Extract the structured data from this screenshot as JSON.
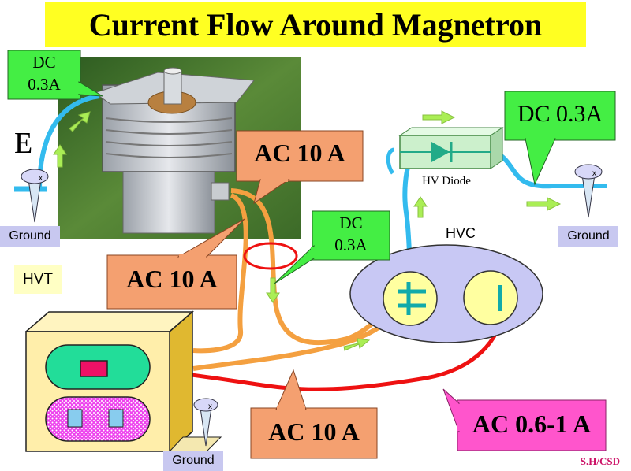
{
  "title": "Current Flow Around Magnetron",
  "signature": "S.H/CSD",
  "labels": {
    "dc_top_left_line1": "DC",
    "dc_top_left_line2": "0.3A",
    "e_letter": "E",
    "ac_10a_top": "AC 10 A",
    "ac_10a_left": "AC 10 A",
    "ac_10a_bottom": "AC 10 A",
    "dc_center_line1": "DC",
    "dc_center_line2": "0.3A",
    "dc_right": "DC 0.3A",
    "ac_06_1a": "AC 0.6-1 A",
    "hv_diode": "HV Diode",
    "hvc": "HVC",
    "hvt": "HVT",
    "ground_top_left": "Ground",
    "ground_top_right": "Ground",
    "ground_bottom": "Ground",
    "ground_mark": "x"
  },
  "colors": {
    "title_bg": "#ffff22",
    "callout_green": "#44ee44",
    "callout_orange": "#f4a070",
    "callout_pink": "#ff55cc",
    "wire_orange": "#f4a040",
    "wire_red": "#ee1111",
    "wire_blue": "#33bbee",
    "arrow_green": "#aaee55",
    "hvc_fill": "#c8c8f4",
    "hvt_fill": "#ffeeaa",
    "ground_fill": "#c8c8f0"
  }
}
